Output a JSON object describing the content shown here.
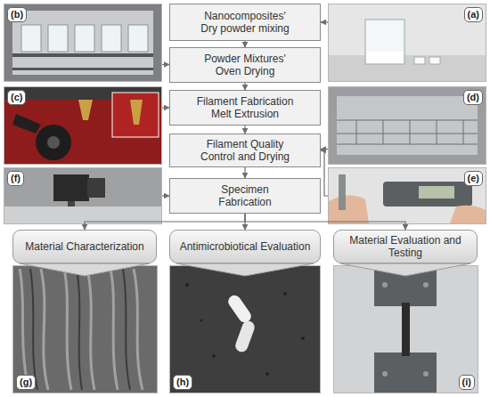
{
  "diagram": {
    "nodes": [
      {
        "text": [
          "(b)"
        ]
      },
      {
        "text": [
          "Nanocomposites' Dry powder mixing"
        ]
      },
      {
        "text": [
          "(a)"
        ]
      },
      {
        "text": [
          "Powder Mixtures' Oven Drying"
        ]
      },
      {
        "text": [
          "(c)"
        ]
      },
      {
        "text": [
          "Filament Fabrication Melt Extrusion"
        ]
      },
      {
        "text": [
          "(d)"
        ]
      },
      {
        "text": [
          "Filament Quality Control and Drying"
        ]
      },
      {
        "text": [
          "(f)"
        ]
      },
      {
        "text": [
          "Specimen Fabrication"
        ]
      },
      {
        "text": [
          "(e)"
        ]
      },
      {
        "text": [
          "Material Characterization"
        ]
      },
      {
        "text": [
          "Antimicrobiotical Evaluation"
        ]
      },
      {
        "text": [
          "Material Evaluation and Testing"
        ]
      },
      {
        "text": [
          "(g)"
        ]
      },
      {
        "text": [
          "(h)"
        ]
      },
      {
        "text": [
          "(i)"
        ]
      }
    ],
    "edges": [
      {
        "from": 1,
        "to": 3,
        "arrow": "to"
      },
      {
        "from": 3,
        "to": 5,
        "arrow": "to"
      },
      {
        "from": 5,
        "to": 7,
        "arrow": "to"
      },
      {
        "from": 7,
        "to": 9,
        "arrow": "to"
      },
      {
        "from": 2,
        "to": 1,
        "arrow": "to"
      },
      {
        "from": 0,
        "to": 3,
        "arrow": "to"
      },
      {
        "from": 4,
        "to": 5,
        "arrow": "to"
      },
      {
        "from": 6,
        "to": 7,
        "arrow": "to"
      },
      {
        "from": 10,
        "to": 7,
        "arrow": "to"
      },
      {
        "from": 8,
        "to": 9,
        "arrow": "to"
      },
      {
        "from": 9,
        "to": 11,
        "arrow": "to"
      },
      {
        "from": 9,
        "to": 12,
        "arrow": "to"
      },
      {
        "from": 9,
        "to": 13,
        "arrow": "to"
      },
      {
        "from": 11,
        "to": 14,
        "arrow": "to"
      },
      {
        "from": 12,
        "to": 15,
        "arrow": "to"
      },
      {
        "from": 13,
        "to": 16,
        "arrow": "to"
      }
    ]
  }
}
